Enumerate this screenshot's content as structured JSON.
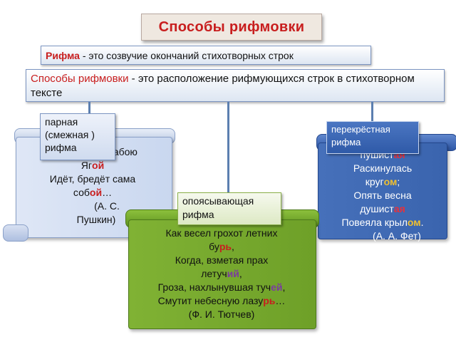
{
  "title": "Способы рифмовки",
  "definition_rhyme": {
    "term": "Рифма",
    "text": " - это созвучие окончаний стихотворных строк"
  },
  "definition_methods": {
    "term": "Способы рифмовки",
    "text": " - это расположение рифмующихся строк в стихотворном тексте"
  },
  "paired": {
    "label": "парная (смежная ) рифма",
    "poem_lines": [
      {
        "pre": "Та",
        "mid": "",
        "hl": "",
        "post": "абою"
      },
      {
        "pre": "Яг",
        "hl": "ой",
        "post": ""
      },
      {
        "pre": "Идёт, бредёт сама",
        "hl": "",
        "post": ""
      },
      {
        "pre": "соб",
        "hl": "ой",
        "post": "…"
      },
      {
        "pre": "(А. С.",
        "hl": "",
        "post": ""
      },
      {
        "pre": "Пушкин)",
        "hl": "",
        "post": ""
      }
    ],
    "color": "#c81e1e"
  },
  "encircling": {
    "label": "опоясывающая рифма",
    "poem_lines": [
      {
        "pre": "Как весел грохот летних",
        "hl": "",
        "post": ""
      },
      {
        "pre": "бу",
        "hl": "рь",
        "post": ",",
        "c": "#c81e1e"
      },
      {
        "pre": "Когда, взметая прах",
        "hl": "",
        "post": ""
      },
      {
        "pre": "летуч",
        "hl": "ий",
        "post": ",",
        "c": "#7a3aa0"
      },
      {
        "pre": "Гроза, нахлынувшая туч",
        "hl": "ей",
        "post": ",",
        "c": "#7a3aa0"
      },
      {
        "pre": "Смутит небесную лазу",
        "hl": "рь",
        "post": "…",
        "c": "#c81e1e"
      },
      {
        "pre": "(Ф. И. Тютчев)",
        "hl": "",
        "post": ""
      }
    ]
  },
  "cross": {
    "label": "перекрёстная рифма",
    "poem_lines": [
      {
        "pre": "пушист",
        "hl": "ая",
        "post": "",
        "c": "#e8303a"
      },
      {
        "pre": "Раскинулась",
        "hl": "",
        "post": ""
      },
      {
        "pre": "круг",
        "hl": "ом",
        "post": ";",
        "c": "#f0c030"
      },
      {
        "pre": "Опять весна",
        "hl": "",
        "post": ""
      },
      {
        "pre": "душист",
        "hl": "ая",
        "post": "",
        "c": "#e8303a"
      },
      {
        "pre": "Повеяла крыл",
        "hl": "ом",
        "post": ".",
        "c": "#f0c030"
      },
      {
        "pre": "(А. А. Фет)",
        "hl": "",
        "post": ""
      }
    ]
  },
  "colors": {
    "title_red": "#c81e1e",
    "blue_scroll": "#cfdcf2",
    "green_scroll": "#7aab30",
    "dark_blue_scroll": "#3e66b0",
    "connector": "#5c7fb0"
  }
}
